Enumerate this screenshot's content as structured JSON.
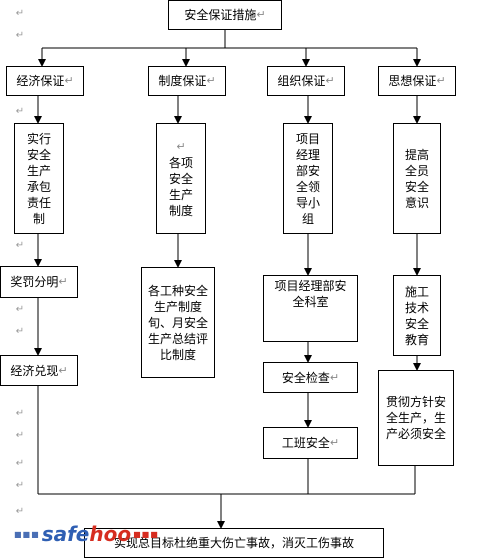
{
  "diagram": {
    "root": "安全保证措施",
    "pillars": [
      {
        "name": "经济保证",
        "children": [
          "实行安全生产承包责任制",
          "奖罚分明",
          "经济兑现"
        ]
      },
      {
        "name": "制度保证",
        "children": [
          "各项安全生产制度",
          "各工种安全生产制度旬、月安全生产总结评比制度"
        ]
      },
      {
        "name": "组织保证",
        "children": [
          "项目经理部安全领导小组",
          "项目经理部安全科室",
          "安全检查",
          "工班安全"
        ]
      },
      {
        "name": "思想保证",
        "children": [
          "提高全员安全意识",
          "施工技术安全教育",
          "贯彻方针安全生产，生产必须安全"
        ]
      }
    ],
    "goal": "实现总目标杜绝重大伤亡事故，消灭工伤事故"
  },
  "paragraph_mark": "↵",
  "watermark": {
    "part1": "safe",
    "part2": "hoo"
  },
  "colors": {
    "line": "#000000",
    "box_border": "#000000",
    "watermark_blue": "#2f5fb3",
    "watermark_red": "#d62d20"
  }
}
